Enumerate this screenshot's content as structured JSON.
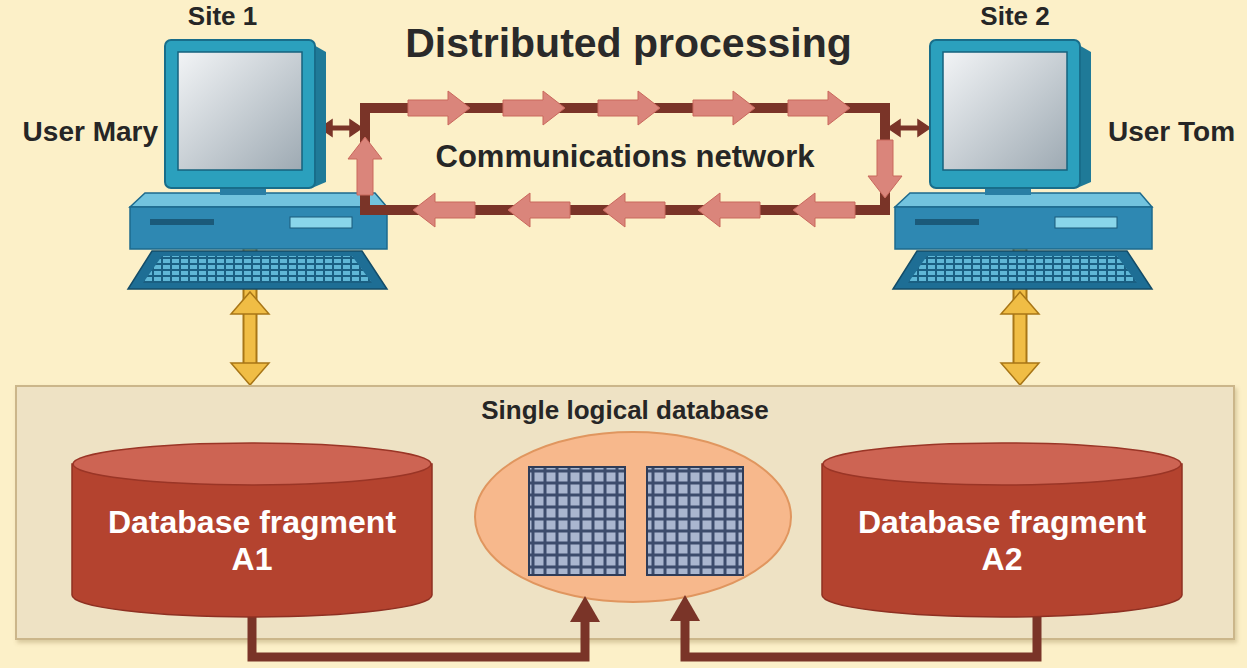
{
  "diagram": {
    "title": "Distributed processing",
    "nodes": [
      {
        "text": [
          "Site 1",
          "User Mary"
        ]
      },
      {
        "text": [
          "Communications network"
        ]
      },
      {
        "text": [
          "Site 2",
          "User Tom"
        ]
      },
      {
        "text": [
          "Single logical database"
        ]
      },
      {
        "text": [
          "Database fragment A1"
        ],
        "in": 3
      },
      {
        "text": [
          "Database fragment A2"
        ],
        "in": 3
      }
    ],
    "edges": [
      {
        "from": 0,
        "to": 1,
        "arrow": "both"
      },
      {
        "from": 1,
        "to": 2,
        "arrow": "both"
      },
      {
        "from": 0,
        "to": 3,
        "arrow": "both"
      },
      {
        "from": 2,
        "to": 3,
        "arrow": "both"
      }
    ]
  }
}
